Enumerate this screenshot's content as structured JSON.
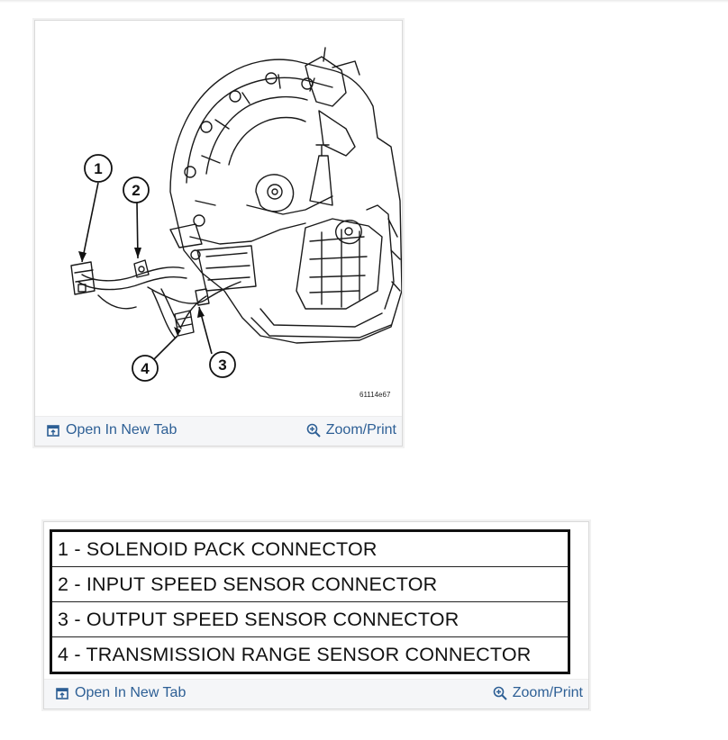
{
  "figure": {
    "code": "61114e67",
    "callouts": [
      "1",
      "2",
      "3",
      "4"
    ],
    "open_tab_label": "Open In New Tab",
    "zoom_label": "Zoom/Print"
  },
  "legend": {
    "rows": [
      "1 - SOLENOID PACK CONNECTOR",
      "2 - INPUT SPEED SENSOR CONNECTOR",
      "3 - OUTPUT SPEED SENSOR CONNECTOR",
      "4 - TRANSMISSION RANGE SENSOR CONNECTOR"
    ],
    "open_tab_label": "Open In New Tab",
    "zoom_label": "Zoom/Print"
  },
  "colors": {
    "link": "#2d5f95",
    "toolbar_bg": "#f5f6f8"
  },
  "icons": [
    "open-new-tab-icon",
    "zoom-icon"
  ]
}
